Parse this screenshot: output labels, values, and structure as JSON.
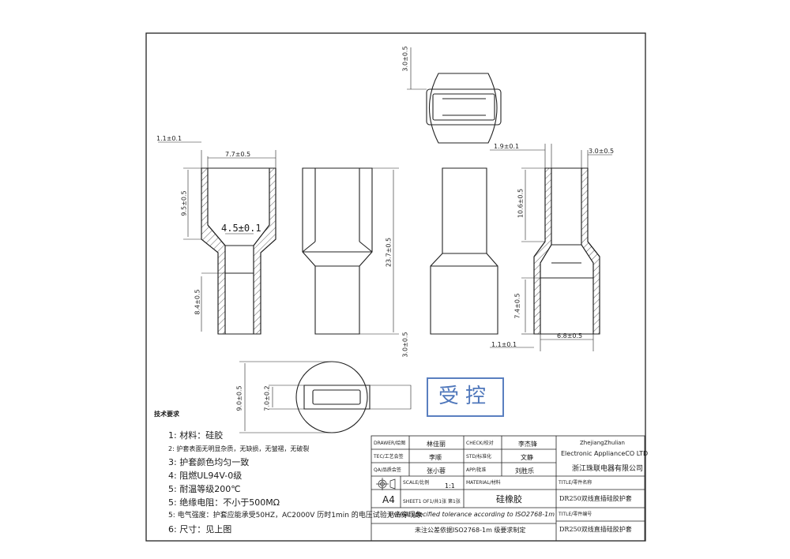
{
  "dimensions": {
    "view1": {
      "d_wall_top": "1.1±0.1",
      "d_width_top": "7.7±0.5",
      "d_height_top": "9.5±0.5",
      "d_inner": "4.5±0.1",
      "d_height_bottom": "8.4±0.5"
    },
    "view2": {
      "d_total_height": "23.7±0.5"
    },
    "view3": {
      "d_wall_top": "1.9±0.1",
      "d_width_right": "3.0±0.5",
      "d_height_top": "10.6±0.5",
      "d_height_bottom": "7.4±0.5",
      "d_inner_bottom": "6.8±0.5",
      "d_wall_bottom": "1.1±0.1"
    },
    "top_view": {
      "d_top": "3.0±0.5"
    },
    "bottom_view": {
      "d_right": "3.0±0.5",
      "d_outer": "9.0±0.5",
      "d_inner": "7.0±0.2"
    }
  },
  "tech_requirements": {
    "heading": "技术要求",
    "items": [
      "1: 材料：硅胶",
      "2: 护套表面无明显杂质，无缺损，无皱褶，无破裂",
      "3: 护套颜色均匀一致",
      "4: 阻燃UL94V-0级",
      "5: 耐温等级200℃",
      "5: 绝缘电阻：不小于500MΩ",
      "5: 电气强度：护套应能承受50HZ，AC2000V 历时1min 的电压试验无击穿现象",
      "6: 尺寸：见上图"
    ]
  },
  "stamp": {
    "text": "受控",
    "color": "#4f77bb"
  },
  "title_block": {
    "drawer_label": "DRAWER/绘图",
    "drawer_value": "林佳丽",
    "check_label": "CHECK/校对",
    "check_value": "李杰锋",
    "tec_label": "TEC/工艺会签",
    "tec_value": "李顺",
    "std_label": "STD/标准化",
    "std_value": "文静",
    "qa_label": "QA/品质会签",
    "qa_value": "张小蓉",
    "app_label": "APP/批准",
    "app_value": "刘胜乐",
    "scale_label": "SCALE/比例",
    "scale_value": "1:1",
    "sheet_label": "SHEET1 OF1/共1张 第1张",
    "paper_size": "A4",
    "material_label": "MATERIAL/材料",
    "material_value": "硅橡胶",
    "company_en_1": "ZhejiangZhulian",
    "company_en_2": "Electronic ApplianceCO LTD",
    "company_cn": "浙江珠联电器有限公司",
    "title_label": "TITLE/零件名称",
    "title_value": "DR250双线直插硅胶护套",
    "number_label": "TITLE/零件编号",
    "number_value": "DR250双线直插硅胶护套",
    "tolerance_en": "Unless specified tolerance according to ISO2768-1m",
    "tolerance_cn": "未注公差依据ISO2768-1m 级要求制定"
  }
}
